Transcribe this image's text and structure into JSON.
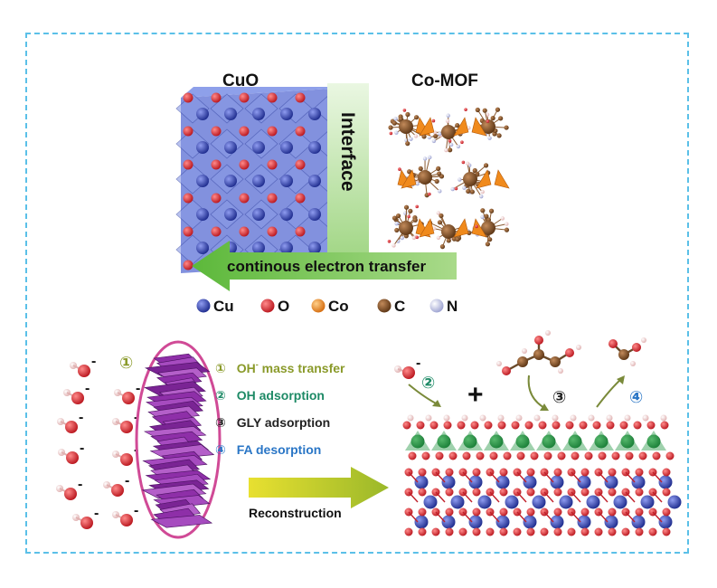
{
  "top": {
    "left_label": "CuO",
    "right_label": "Co-MOF",
    "interface_label": "Interface",
    "arrow_label": "continous electron transfer"
  },
  "legend": [
    {
      "label": "Cu",
      "color": "#2a3a9e"
    },
    {
      "label": "O",
      "color": "#d8202a"
    },
    {
      "label": "Co",
      "color": "#f08a1c"
    },
    {
      "label": "C",
      "color": "#7a4a22"
    },
    {
      "label": "N",
      "color": "#b9bde0"
    }
  ],
  "steps": [
    {
      "num": "①",
      "label": "OH",
      "sup": "-",
      "label_rest": " mass transfer",
      "color": "#8a9a2a"
    },
    {
      "num": "②",
      "label": "OH adsorption",
      "color": "#1e8a66"
    },
    {
      "num": "③",
      "label": "GLY adsorption",
      "color": "#222222"
    },
    {
      "num": "④",
      "label": "FA desorption",
      "color": "#2a76c6"
    }
  ],
  "bottom": {
    "left_marker": "①",
    "reconstruction_label": "Reconstruction",
    "plus_sign": "+",
    "markers": [
      "②",
      "③",
      "④"
    ],
    "ion_charge": "-"
  },
  "colors": {
    "frame": "#5bc0e8",
    "green_arrow": "#6cbf45",
    "yellow_arrow": "#c6c932",
    "ellipse": "#d04a96",
    "crystal": "#9b3fb0"
  }
}
